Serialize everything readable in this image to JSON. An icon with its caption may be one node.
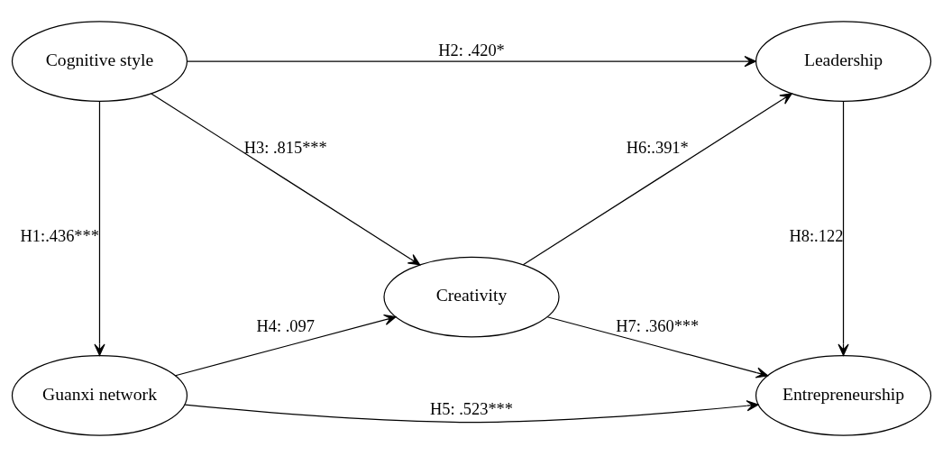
{
  "diagram": {
    "nodes": [
      {
        "text": [
          "Cognitive style"
        ]
      },
      {
        "text": [
          "Leadership"
        ]
      },
      {
        "text": [
          "Creativity"
        ]
      },
      {
        "text": [
          "Guanxi network"
        ]
      },
      {
        "text": [
          "Entrepreneurship"
        ]
      }
    ],
    "edges": [
      {
        "from": 0,
        "to": 1,
        "arrow": "to",
        "label": "H2: .420*"
      },
      {
        "from": 0,
        "to": 2,
        "arrow": "to",
        "label": "H3: .815***"
      },
      {
        "from": 0,
        "to": 3,
        "arrow": "to",
        "label": "H1:.436***"
      },
      {
        "from": 3,
        "to": 2,
        "arrow": "to",
        "label": "H4: .097"
      },
      {
        "from": 3,
        "to": 4,
        "arrow": "to",
        "label": "H5: .523***"
      },
      {
        "from": 2,
        "to": 1,
        "arrow": "to",
        "label": "H6:.391*"
      },
      {
        "from": 2,
        "to": 4,
        "arrow": "to",
        "label": "H7: .360***"
      },
      {
        "from": 1,
        "to": 4,
        "arrow": "to",
        "label": "H8:.122"
      }
    ]
  }
}
